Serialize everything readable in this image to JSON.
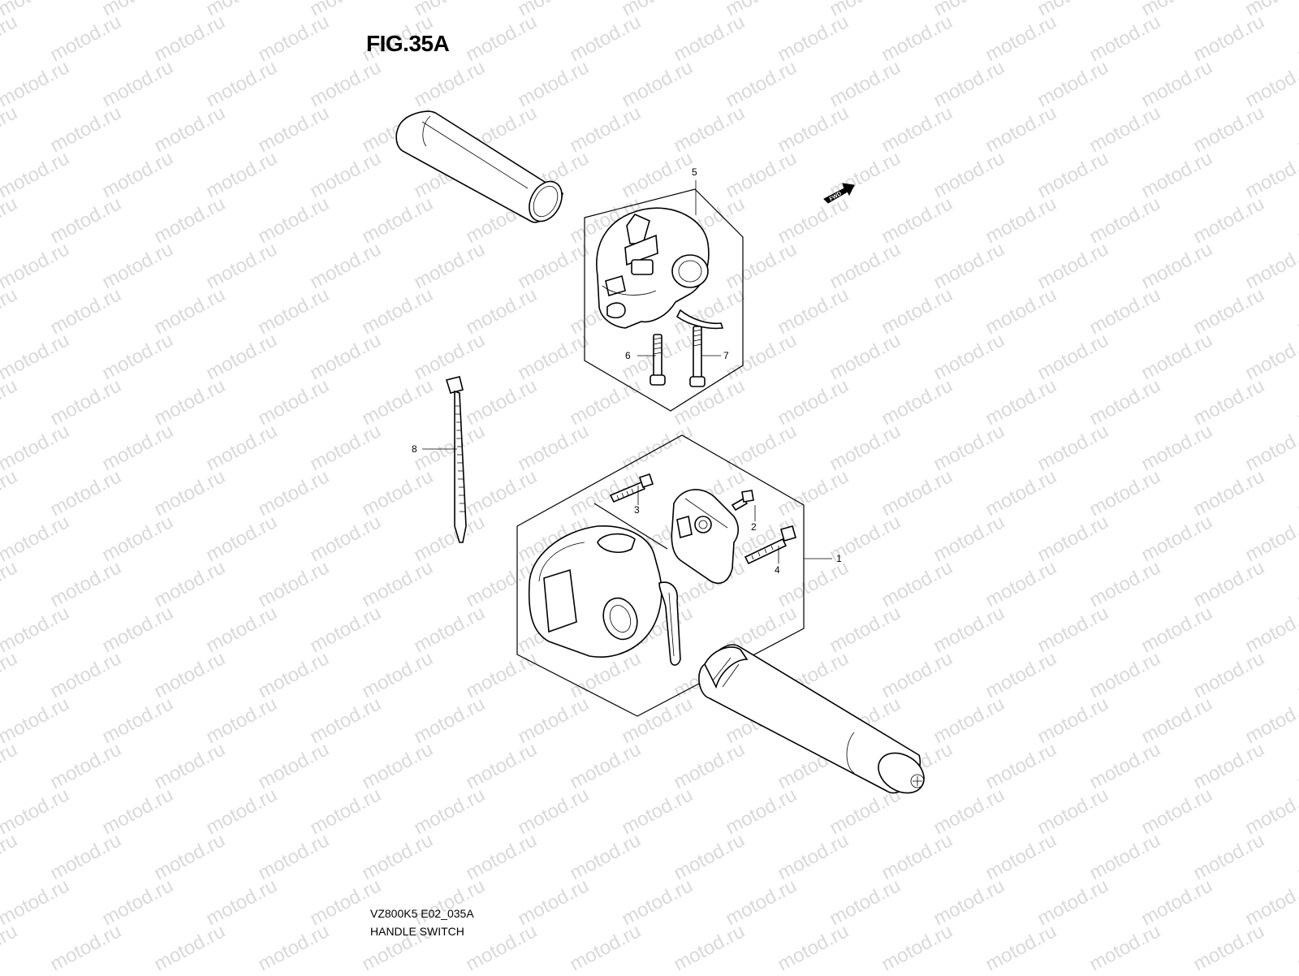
{
  "figure": {
    "title": "FIG.35A",
    "code": "VZ800K5 E02_035A",
    "name": "HANDLE SWITCH"
  },
  "watermark": {
    "text": "motod.ru"
  },
  "fwd_arrow": {
    "label": "FWD"
  },
  "callouts": [
    {
      "id": "callout-1",
      "label": "1",
      "part": "handle switch (left) assembly"
    },
    {
      "id": "callout-2",
      "label": "2",
      "part": "screw"
    },
    {
      "id": "callout-3",
      "label": "3",
      "part": "screw"
    },
    {
      "id": "callout-4",
      "label": "4",
      "part": "screw"
    },
    {
      "id": "callout-5",
      "label": "5",
      "part": "handle switch (right) assembly"
    },
    {
      "id": "callout-6",
      "label": "6",
      "part": "screw"
    },
    {
      "id": "callout-7",
      "label": "7",
      "part": "screw"
    },
    {
      "id": "callout-8",
      "label": "8",
      "part": "cable tie"
    }
  ],
  "colors": {
    "line": "#000000",
    "background": "#ffffff",
    "watermark": "#d9d9d9"
  }
}
